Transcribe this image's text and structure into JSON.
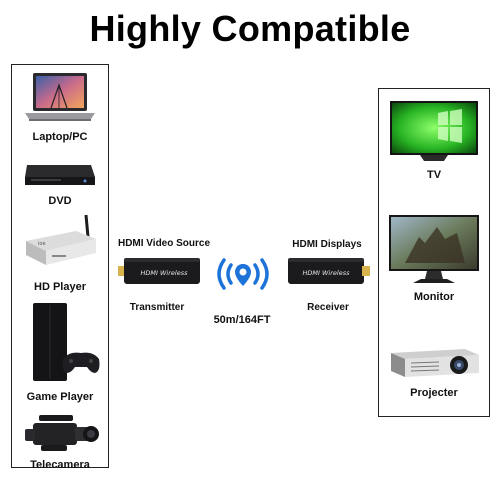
{
  "title": "Highly Compatible",
  "sources": [
    {
      "label": "Laptop/PC",
      "icon": "laptop-icon"
    },
    {
      "label": "DVD",
      "icon": "dvd-player-icon"
    },
    {
      "label": "HD Player",
      "icon": "hd-player-icon"
    },
    {
      "label": "Game Player",
      "icon": "game-console-icon"
    },
    {
      "label": "Telecamera",
      "icon": "video-camera-icon"
    }
  ],
  "transmitter": {
    "caption": "HDMI Video Source",
    "label": "Transmitter",
    "device_text": "HDMI Wireless"
  },
  "signal": {
    "distance": "50m/164FT",
    "icon": "wireless-signal-icon",
    "color": "#1e73d8"
  },
  "receiver": {
    "caption": "HDMI Displays",
    "label": "Receiver",
    "device_text": "HDMI Wireless"
  },
  "displays": [
    {
      "label": "TV",
      "icon": "tv-icon"
    },
    {
      "label": "Monitor",
      "icon": "monitor-icon"
    },
    {
      "label": "Projecter",
      "icon": "projector-icon"
    }
  ]
}
